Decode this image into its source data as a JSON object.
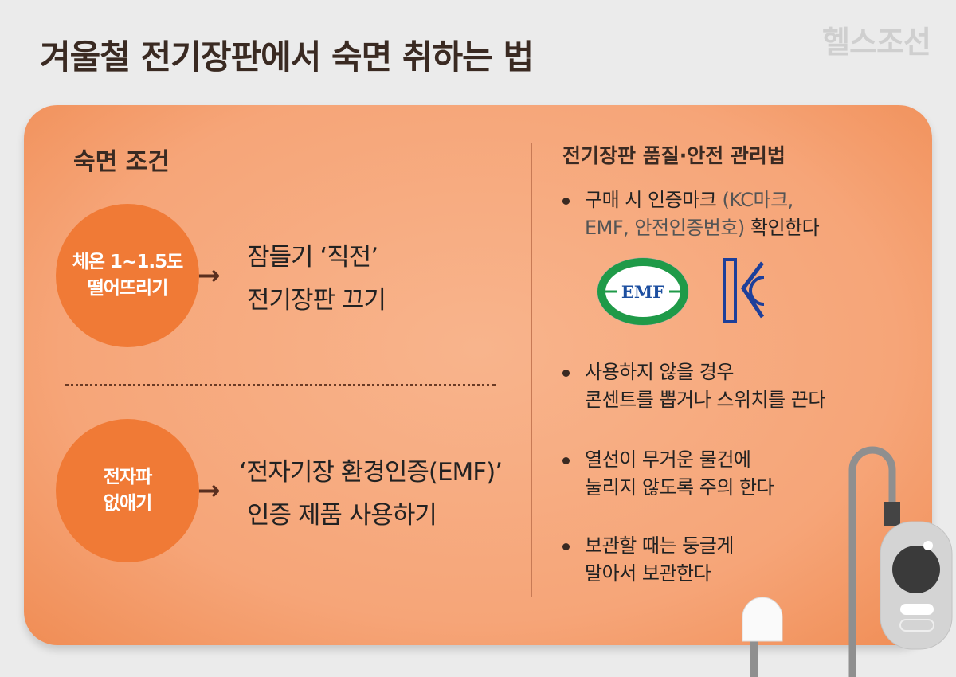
{
  "title": "겨울철 전기장판에서 숙면 취하는 법",
  "brand": "헬스조선",
  "left": {
    "heading": "숙면 조건",
    "items": [
      {
        "circle_line1": "체온 1~1.5도",
        "circle_line2": "떨어뜨리기",
        "line1": "잠들기 ‘직전’",
        "line2": "전기장판 끄기"
      },
      {
        "circle_line1": "전자파",
        "circle_line2": "없애기",
        "line1": "‘전자기장 환경인증(EMF)’",
        "line2": "인증 제품 사용하기"
      }
    ]
  },
  "right": {
    "heading": "전기장판 품질·안전 관리법",
    "bullet1": {
      "a": "구매 시 인증마크",
      "b": "(KC마크,",
      "c": "EMF, 안전인증번호)",
      "d": " 확인한다"
    },
    "logos": {
      "emf_text": "EMF",
      "kc_text": "KC"
    },
    "bullet2": {
      "line1": "사용하지 않을 경우",
      "line2": "콘센트를 뽑거나 스위치를 끈다"
    },
    "bullet3": {
      "line1": "열선이 무거운 물건에",
      "line2": "눌리지 않도록 주의 한다"
    },
    "bullet4": {
      "line1": "보관할 때는 둥글게",
      "line2": "말아서 보관한다"
    }
  },
  "colors": {
    "mat": "#f6a578",
    "circle": "#f07a36",
    "title": "#3a2a22"
  }
}
